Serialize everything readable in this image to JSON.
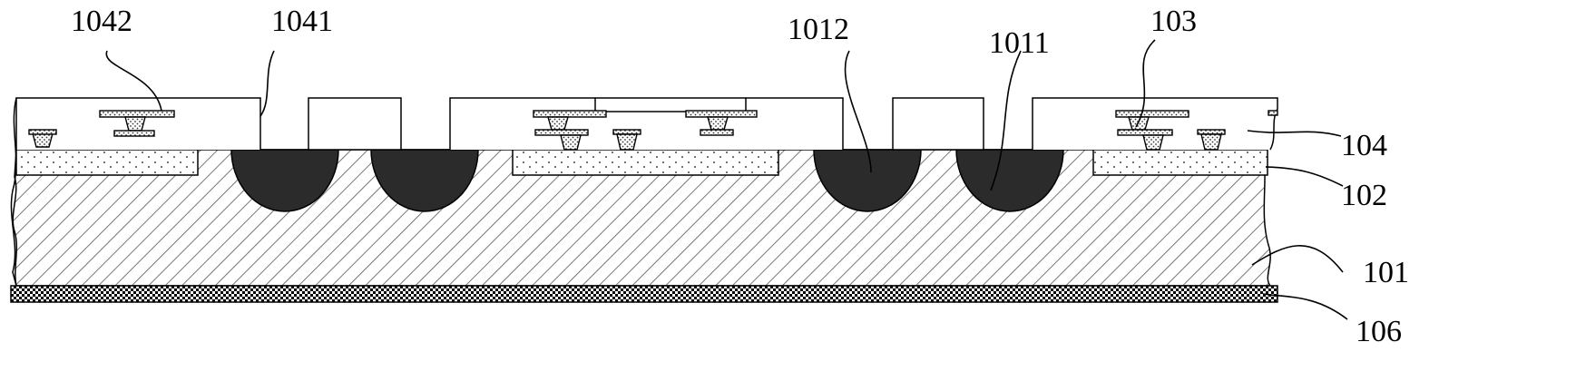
{
  "colors": {
    "stroke": "#000000",
    "background": "#ffffff",
    "doped_region": "#2b2b2b",
    "hatch": "#555555",
    "dots": "#444444"
  },
  "labels": {
    "l1042": "1042",
    "l1041": "1041",
    "l1012": "1012",
    "l1011": "1011",
    "l103": "103",
    "l104": "104",
    "l102": "102",
    "l101": "101",
    "l106": "106"
  }
}
